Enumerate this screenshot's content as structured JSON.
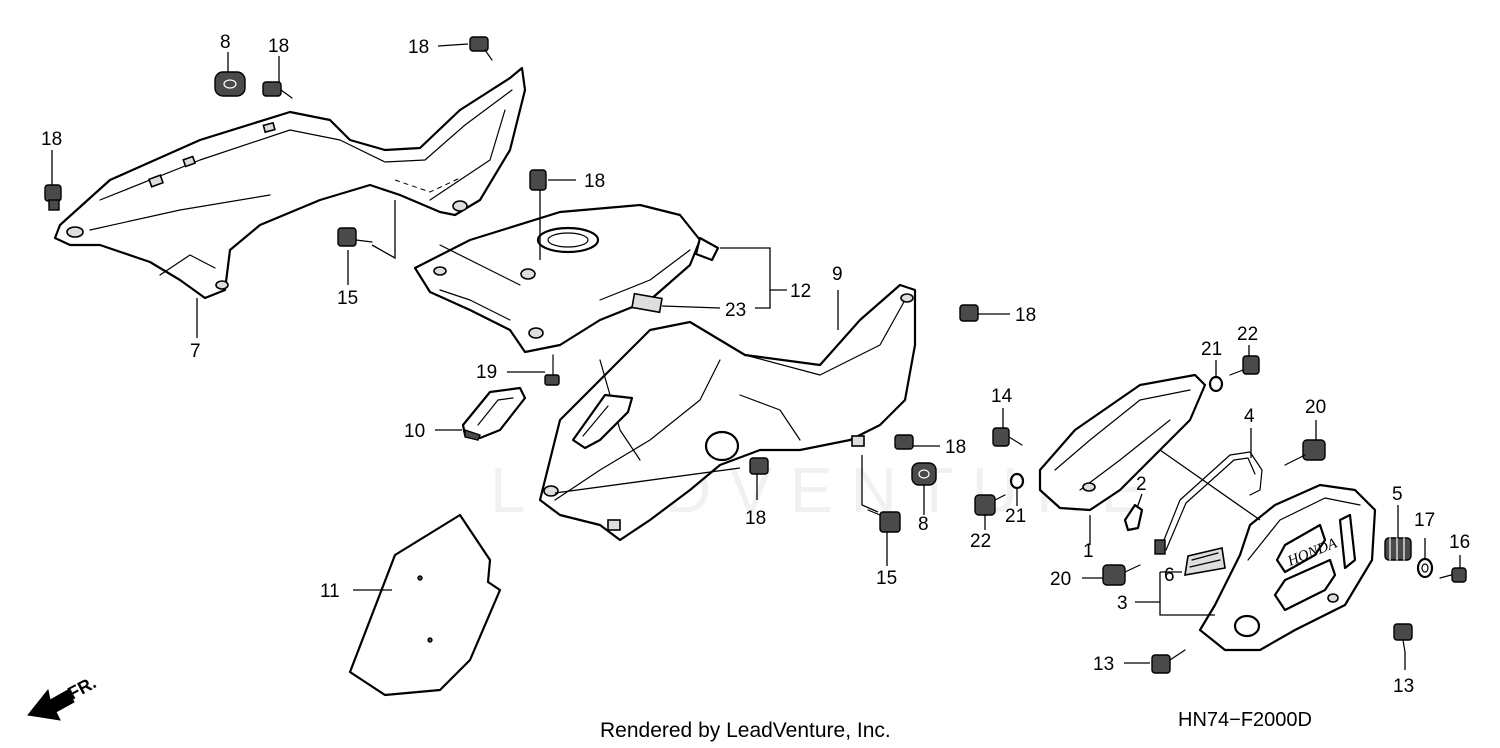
{
  "callouts": [
    {
      "id": "c-8a",
      "text": "8"
    },
    {
      "id": "c-18a",
      "text": "18"
    },
    {
      "id": "c-18b",
      "text": "18"
    },
    {
      "id": "c-18c",
      "text": "18"
    },
    {
      "id": "c-18d",
      "text": "18"
    },
    {
      "id": "c-15a",
      "text": "15"
    },
    {
      "id": "c-7",
      "text": "7"
    },
    {
      "id": "c-12",
      "text": "12"
    },
    {
      "id": "c-23",
      "text": "23"
    },
    {
      "id": "c-9",
      "text": "9"
    },
    {
      "id": "c-18e",
      "text": "18"
    },
    {
      "id": "c-19",
      "text": "19"
    },
    {
      "id": "c-10",
      "text": "10"
    },
    {
      "id": "c-18f",
      "text": "18"
    },
    {
      "id": "c-18g",
      "text": "18"
    },
    {
      "id": "c-8b",
      "text": "8"
    },
    {
      "id": "c-15b",
      "text": "15"
    },
    {
      "id": "c-11",
      "text": "11"
    },
    {
      "id": "c-14",
      "text": "14"
    },
    {
      "id": "c-21a",
      "text": "21"
    },
    {
      "id": "c-22a",
      "text": "22"
    },
    {
      "id": "c-21b",
      "text": "21"
    },
    {
      "id": "c-22b",
      "text": "22"
    },
    {
      "id": "c-2",
      "text": "2"
    },
    {
      "id": "c-1",
      "text": "1"
    },
    {
      "id": "c-4",
      "text": "4"
    },
    {
      "id": "c-20a",
      "text": "20"
    },
    {
      "id": "c-20b",
      "text": "20"
    },
    {
      "id": "c-6",
      "text": "6"
    },
    {
      "id": "c-3",
      "text": "3"
    },
    {
      "id": "c-5",
      "text": "5"
    },
    {
      "id": "c-17",
      "text": "17"
    },
    {
      "id": "c-16",
      "text": "16"
    },
    {
      "id": "c-13a",
      "text": "13"
    },
    {
      "id": "c-13b",
      "text": "13"
    }
  ],
  "front_indicator": "FR.",
  "cover_brand": "HONDA",
  "watermark": "LEADVENTURE",
  "footer": {
    "rendered_by": "Rendered by LeadVenture, Inc.",
    "diagram_code": "HN74−F2000D"
  }
}
